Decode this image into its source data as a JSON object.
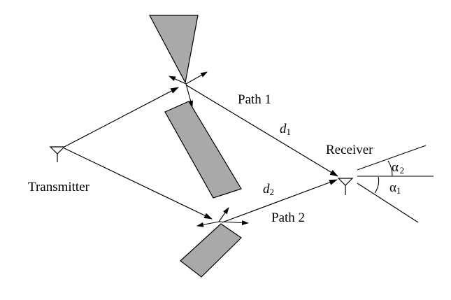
{
  "diagram": {
    "labels": {
      "transmitter": "Transmitter",
      "receiver": "Receiver",
      "path1": "Path 1",
      "path2": "Path 2",
      "d1_letter": "d",
      "d1_sub": "1",
      "d2_letter": "d",
      "d2_sub": "2",
      "alpha2_symbol": "α",
      "alpha2_sub": "2",
      "alpha1_symbol": "α",
      "alpha1_sub": "1"
    },
    "colors": {
      "scatterer_fill": "#a9a9a9",
      "line": "#000000",
      "background": "#ffffff"
    }
  }
}
